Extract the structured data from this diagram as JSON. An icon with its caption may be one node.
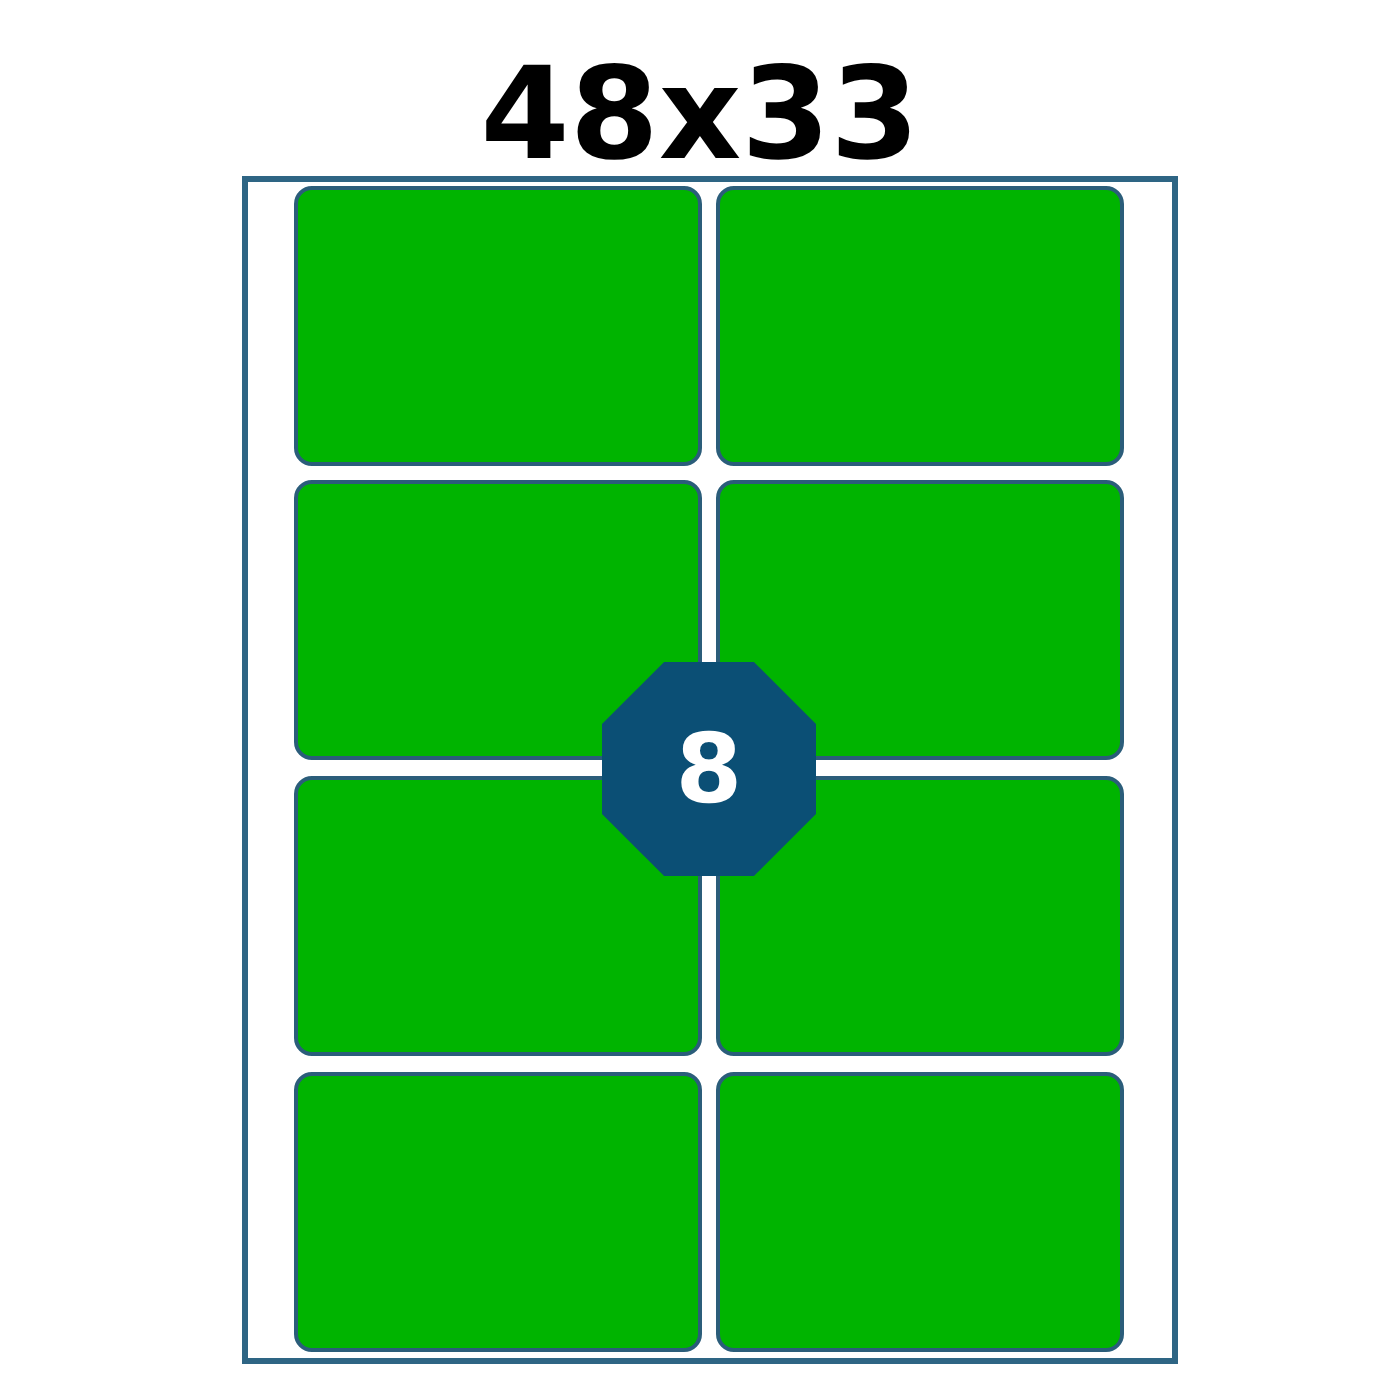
{
  "diagram": {
    "title": "48x33",
    "nodes": [
      {
        "text": [],
        "shape": "box"
      },
      {
        "text": [],
        "shape": "box",
        "in": 0
      },
      {
        "text": [],
        "shape": "box",
        "in": 0
      },
      {
        "text": [],
        "shape": "box",
        "in": 0
      },
      {
        "text": [],
        "shape": "box",
        "in": 0
      },
      {
        "text": [],
        "shape": "box",
        "in": 0
      },
      {
        "text": [],
        "shape": "box",
        "in": 0
      },
      {
        "text": [],
        "shape": "box",
        "in": 0
      },
      {
        "text": [],
        "shape": "box",
        "in": 0
      },
      {
        "text": [
          "8"
        ],
        "in": 0
      }
    ]
  }
}
